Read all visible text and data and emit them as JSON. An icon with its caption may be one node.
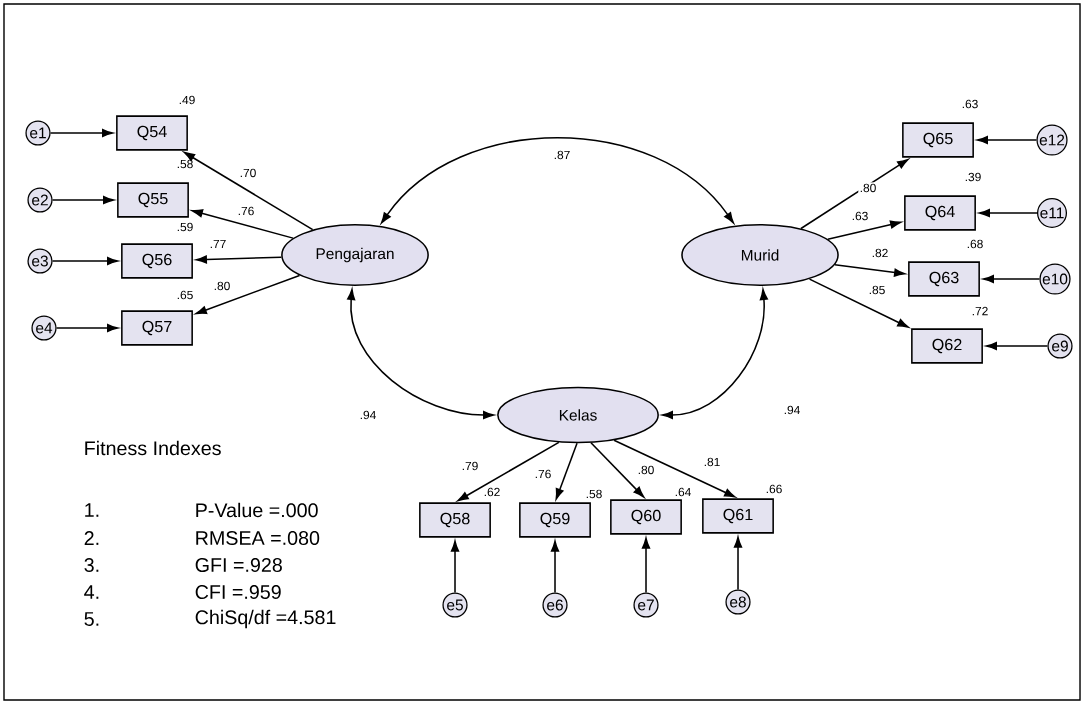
{
  "diagram": {
    "nodes": [
      {
        "text": [
          "Pengajaran"
        ]
      },
      {
        "text": [
          "Murid"
        ]
      },
      {
        "text": [
          "Kelas"
        ]
      },
      {
        "text": [
          "Q54"
        ],
        "beside": [
          ".49"
        ]
      },
      {
        "text": [
          "Q55"
        ],
        "beside": [
          ".58"
        ]
      },
      {
        "text": [
          "Q56"
        ],
        "beside": [
          ".59"
        ]
      },
      {
        "text": [
          "Q57"
        ],
        "beside": [
          ".65"
        ]
      },
      {
        "text": [
          "Q65"
        ],
        "beside": [
          ".63"
        ]
      },
      {
        "text": [
          "Q64"
        ],
        "beside": [
          ".39"
        ]
      },
      {
        "text": [
          "Q63"
        ],
        "beside": [
          ".68"
        ]
      },
      {
        "text": [
          "Q62"
        ],
        "beside": [
          ".72"
        ]
      },
      {
        "text": [
          "Q58"
        ],
        "beside": [
          ".62"
        ]
      },
      {
        "text": [
          "Q59"
        ],
        "beside": [
          ".58"
        ]
      },
      {
        "text": [
          "Q60"
        ],
        "beside": [
          ".64"
        ]
      },
      {
        "text": [
          "Q61"
        ],
        "beside": [
          ".66"
        ]
      },
      {
        "text": [
          "e1"
        ]
      },
      {
        "text": [
          "e2"
        ]
      },
      {
        "text": [
          "e3"
        ]
      },
      {
        "text": [
          "e4"
        ]
      },
      {
        "text": [
          "e12"
        ]
      },
      {
        "text": [
          "e11"
        ]
      },
      {
        "text": [
          "e10"
        ]
      },
      {
        "text": [
          "e9"
        ]
      },
      {
        "text": [
          "e5"
        ]
      },
      {
        "text": [
          "e6"
        ]
      },
      {
        "text": [
          "e7"
        ]
      },
      {
        "text": [
          "e8"
        ]
      }
    ],
    "edges": [
      {
        "from": 0,
        "to": 3,
        "arrow": "to",
        "label": ".70"
      },
      {
        "from": 0,
        "to": 4,
        "arrow": "to",
        "label": ".76"
      },
      {
        "from": 0,
        "to": 5,
        "arrow": "to",
        "label": ".77"
      },
      {
        "from": 0,
        "to": 6,
        "arrow": "to",
        "label": ".80"
      },
      {
        "from": 1,
        "to": 7,
        "arrow": "to",
        "label": ".80"
      },
      {
        "from": 1,
        "to": 8,
        "arrow": "to",
        "label": ".63"
      },
      {
        "from": 1,
        "to": 9,
        "arrow": "to",
        "label": ".82"
      },
      {
        "from": 1,
        "to": 10,
        "arrow": "to",
        "label": ".85"
      },
      {
        "from": 2,
        "to": 11,
        "arrow": "to",
        "label": ".79"
      },
      {
        "from": 2,
        "to": 12,
        "arrow": "to",
        "label": ".76"
      },
      {
        "from": 2,
        "to": 13,
        "arrow": "to",
        "label": ".80"
      },
      {
        "from": 2,
        "to": 14,
        "arrow": "to",
        "label": ".81"
      },
      {
        "from": 15,
        "to": 3,
        "arrow": "to"
      },
      {
        "from": 16,
        "to": 4,
        "arrow": "to"
      },
      {
        "from": 17,
        "to": 5,
        "arrow": "to"
      },
      {
        "from": 18,
        "to": 6,
        "arrow": "to"
      },
      {
        "from": 19,
        "to": 7,
        "arrow": "to"
      },
      {
        "from": 20,
        "to": 8,
        "arrow": "to"
      },
      {
        "from": 21,
        "to": 9,
        "arrow": "to"
      },
      {
        "from": 22,
        "to": 10,
        "arrow": "to"
      },
      {
        "from": 23,
        "to": 11,
        "arrow": "to"
      },
      {
        "from": 24,
        "to": 12,
        "arrow": "to"
      },
      {
        "from": 25,
        "to": 13,
        "arrow": "to"
      },
      {
        "from": 26,
        "to": 14,
        "arrow": "to"
      },
      {
        "from": 0,
        "to": 1,
        "arrow": "both",
        "label": ".87"
      },
      {
        "from": 0,
        "to": 2,
        "arrow": "both",
        "label": ".94"
      },
      {
        "from": 1,
        "to": 2,
        "arrow": "both",
        "label": ".94"
      }
    ],
    "labels": [
      "Fitness Indexes",
      "1.",
      "P-Value =.000",
      "2.",
      "RMSEA =.080",
      "3.",
      "GFI =.928",
      "4.",
      "CFI =.959",
      "5.",
      "ChiSq/df =4.581"
    ]
  }
}
